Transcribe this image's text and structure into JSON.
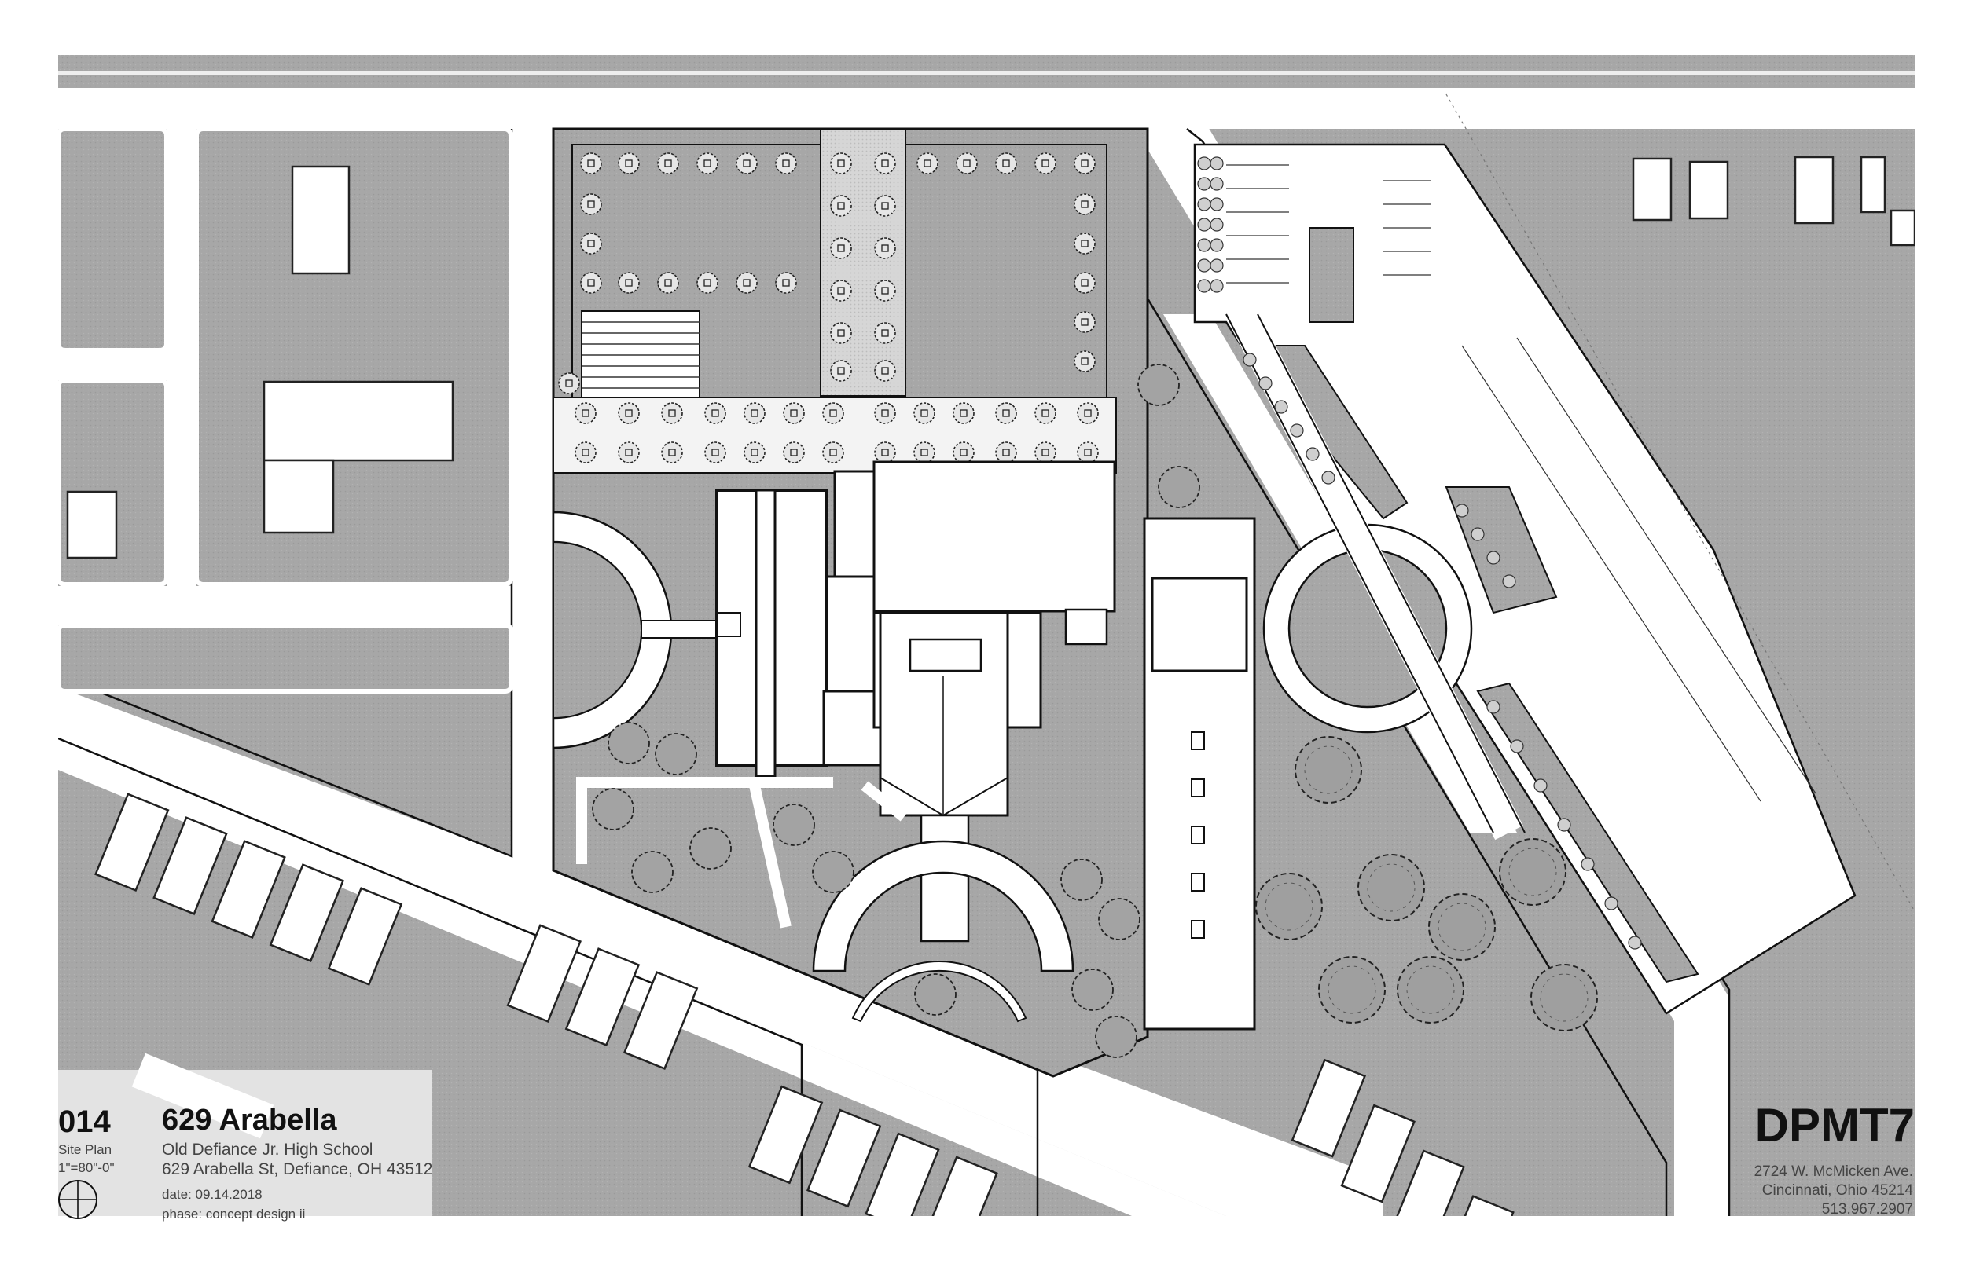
{
  "title_block": {
    "sheet_number": "014",
    "drawing_type": "Site Plan",
    "scale": "1\"=80\"-0\"",
    "project_name": "629 Arabella",
    "subtitle": "Old Defiance Jr. High School",
    "address": "629 Arabella St, Defiance, OH 43512",
    "date": "date: 09.14.2018",
    "phase": "phase: concept design ii"
  },
  "firm": {
    "name": "DPMT7",
    "address_line1": "2724 W. McMicken Ave.",
    "address_line2": "Cincinnati, Ohio 45214",
    "phone": "513.967.2907"
  },
  "colors": {
    "ground": "#a9a9a9",
    "road": "#ffffff",
    "building": "#ffffff",
    "line": "#111111",
    "title_panel": "#e3e3e3"
  },
  "icons": [
    "north-arrow-icon",
    "tree-icon",
    "bench-icon"
  ]
}
